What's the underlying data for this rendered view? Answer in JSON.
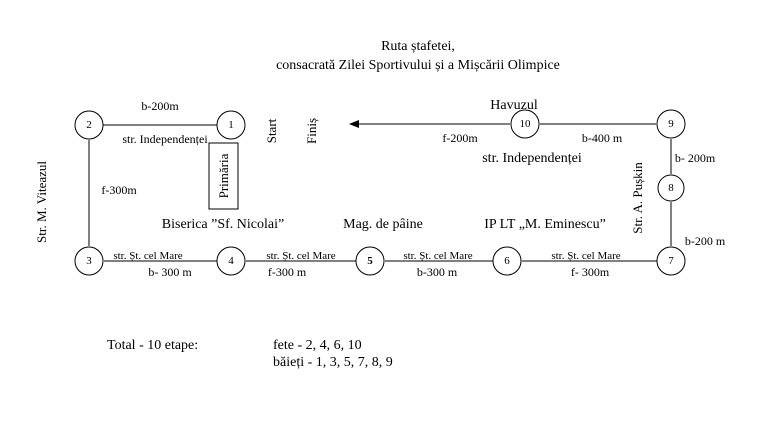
{
  "title_line1": "Ruta ștafetei,",
  "title_line2": "consacrată  Zilei Sportivului și a Mișcării Olimpice",
  "nodes": [
    {
      "id": "1"
    },
    {
      "id": "2"
    },
    {
      "id": "3"
    },
    {
      "id": "4"
    },
    {
      "id": "5"
    },
    {
      "id": "6"
    },
    {
      "id": "7"
    },
    {
      "id": "8"
    },
    {
      "id": "9"
    },
    {
      "id": "10"
    }
  ],
  "labels": {
    "b200_top_left": "b-200m",
    "str_indep_left": "str. Independenței",
    "start": "Start",
    "finis": "Finiș",
    "havuzul": "Havuzul",
    "f200": "f-200m",
    "b400": "b-400 m",
    "str_indep_right": "str. Independenței",
    "b200_9_8": "b- 200m",
    "b200_8_7": "b-200 m",
    "str_viteazul": "Str. M. Viteazul",
    "f300_2_3": "f-300m",
    "primaria": "Primăria",
    "biserica": "Biserica ”Sf. Nicolai”",
    "mag": "Mag. de pâine",
    "iplt": "IP LT „M. Eminescu”",
    "puskin": "Str. A. Pușkin",
    "st34": "str. Șt. cel Mare",
    "st45": "str. Șt. cel Mare",
    "st56": "str. Șt. cel Mare",
    "st67": "str. Șt. cel Mare",
    "b300_34": "b- 300 m",
    "f300_45": "f-300 m",
    "b300_56": "b-300 m",
    "f300_67": "f- 300m"
  },
  "footer": {
    "total": "Total - 10 etape:",
    "fete": "fete - 2, 4, 6, 10",
    "baieti": "băieți - 1, 3, 5, 7, 8, 9"
  }
}
